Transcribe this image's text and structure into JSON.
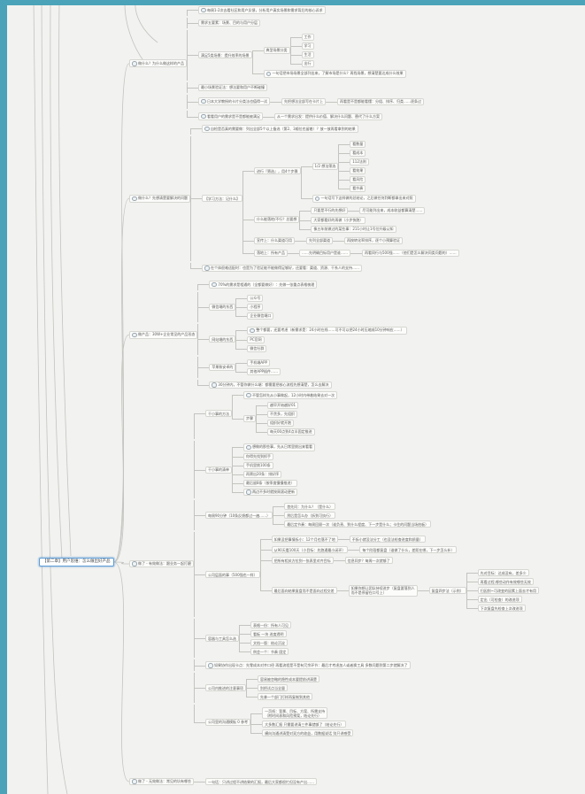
{
  "page": {
    "accent_bar_color": "#4aa3b8",
    "connector_color": "#c3c3c0",
    "selection_color": "#5b9bd5",
    "canvas_color": "#f2f2f0"
  },
  "root": {
    "label": "【第二章】用户思维：怎么做出好产品"
  },
  "branches": [
    {
      "t": "做什么？为什么做这样的产品",
      "icon": true,
      "kids": [
        {
          "t": "每周1-2次去看社区和用户反馈，分析用户真实场景和需求背后的核心诉求",
          "icon": true
        },
        {
          "t": "需求五要素：场景、目的与用户分层"
        },
        {
          "t": "满足5类场景：提升效率的场景",
          "kids": [
            {
              "t": "典型场景分类",
              "kids": [
                {
                  "t": "工作"
                },
                {
                  "t": "学习"
                },
                {
                  "t": "生活"
                },
                {
                  "t": "出行"
                }
              ]
            },
            {
              "t": "一句话把市场场景全部列出来，了解市场是什么？再找场景，想清楚要达成什么效果",
              "icon": true
            }
          ]
        },
        {
          "t": "最小场景验证法：想法要和用户不断碰撞"
        },
        {
          "t": "日本大学教授的卡片分类法也值得一试",
          "icon": true,
          "kids": [
            {
              "t": "先把想法全部写在卡片上",
              "kids": [
                {
                  "t": "再看是不是都能看懂：分组、排序、归类……逐条过"
                }
              ]
            }
          ]
        },
        {
          "t": "看看用户的需求是不是都能被满足",
          "icon": true,
          "kids": [
            {
              "t": "从一个需求出发：提供什么价值、解决什么问题、替代了什么方案"
            }
          ]
        }
      ]
    },
    {
      "t": "做什么？先想清楚要解决的问题",
      "icon": true,
      "kids": [
        {
          "t": "自检是否真的需要做：列出全部5个以上备选（第2、3顺位也留着）？放一放再看拿到的结果",
          "icon": true
        },
        {
          "t": "【学习方法：记什么】",
          "kids": [
            {
              "t": "进行『筛选』，用4个步骤",
              "kids": [
                {
                  "t": "1/2 想法筛选",
                  "kids": [
                    {
                      "t": "看数量"
                    },
                    {
                      "t": "看成本"
                    },
                    {
                      "t": "112法则"
                    },
                    {
                      "t": "看效果"
                    },
                    {
                      "t": "看风险"
                    },
                    {
                      "t": "看节奏"
                    }
                  ]
                },
                {
                  "t": "一句话写下这样做的总结论，之后做任何判断都拿出来对照",
                  "icon": true
                }
              ]
            },
            {
              "t": "什么能落地/不行？总要想",
              "kids": [
                {
                  "t": "只要是不行的先想好",
                  "kids": [
                    {
                      "t": "尽可能列出来，成本收益都算清楚……"
                    }
                  ]
                },
                {
                  "t": "大家都看好的再做（小步快跑）"
                },
                {
                  "t": "像五年前做过的某些事：211小时让1号位升级认知"
                }
              ]
            },
            {
              "t": "宣传上：什么渠道可用",
              "kids": [
                {
                  "t": "先列全部渠道",
                  "kids": [
                    {
                      "t": "再按转化率排序，逐个小预算验证"
                    }
                  ]
                }
              ]
            },
            {
              "t": "落地上：所有产品",
              "kids": [
                {
                  "t": "……先明确目标用户是谁……",
                  "kids": [
                    {
                      "t": "再看同行与500强……（他们是怎么解决同类问题的）……"
                    }
                  ]
                }
              ]
            }
          ]
        },
        {
          "t": "在个体很难适配时：也是为了验证能不能做得足够好，还要看：渠道、资源、干系人的支持……",
          "icon": true
        }
      ]
    },
    {
      "t": "做产品：30W+企业常见的产品形态",
      "icon": true,
      "kids": [
        {
          "t": "70%的需求是相通的（全都要做好）：先做一张重点表格梳理",
          "icon": true
        },
        {
          "t": "微信端的东西",
          "kids": [
            {
              "t": "公众号"
            },
            {
              "t": "小程序"
            },
            {
              "t": "企业微信端口"
            }
          ]
        },
        {
          "t": "网站端的东西",
          "kids": [
            {
              "t": "整个都要，还要考虑（新需求是：24小时在线……可不可以把24小时压缩成10分钟响应……）",
              "icon": true
            },
            {
              "t": "PC官网"
            },
            {
              "t": "微信社群"
            }
          ]
        },
        {
          "t": "苹果和安卓的",
          "kids": [
            {
              "t": "手机端APP"
            },
            {
              "t": "其他APP插件……"
            }
          ]
        },
        {
          "t": "30分钟内，不管你做什么端：都需要把核心流程先想清楚，怎么去解决",
          "icon": true
        }
      ]
    },
    {
      "t": "做了 - 有效做法：跟业务一起打磨",
      "icon": true,
      "kids": [
        {
          "t": "干小事的方法",
          "kids": [
            {
              "t": "不管怎样先从小事做起，12小时内带着结果去对一次",
              "icon": true
            },
            {
              "t": "步骤",
              "kids": [
                {
                  "t": "越早开始越好01"
                },
                {
                  "t": "不贪多，先组织"
                },
                {
                  "t": "组织好就开跑"
                },
                {
                  "t": "每天00点到4点半固定推进"
                }
              ]
            }
          ]
        },
        {
          "t": "干小事的清单",
          "kids": [
            {
              "t": "想做的那些事，先从日常里挑出来看看",
              "icon": true
            },
            {
              "t": "你得先找到抓手"
            },
            {
              "t": "手机里挑100条"
            },
            {
              "t": "再筛出20条：排好序"
            },
            {
              "t": "最后留8条（按季度慢慢推进）"
            },
            {
              "t": "两边不多时就按周滚动更新",
              "icon": true
            }
          ]
        },
        {
          "t": "每周90分钟（10条反馈都过一遍……）",
          "kids": [
            {
              "t": "首先问：为什么？（是什么）"
            },
            {
              "t": "然后是怎么办（拆到可执行）"
            },
            {
              "t": "最后定节奏：每周回顾一次（谁负责、到什么程度、下一步是什么；卡住的问题当场拍板）"
            }
          ]
        },
        {
          "t": "公司层面的事（500强也一样）",
          "kids": [
            {
              "t": "如果没把事情拆小：12个月也落不了地",
              "kids": [
                {
                  "t": "不拆小就没法分工（也没法检查进度和质量）"
                }
              ]
            },
            {
              "t": "从90天看100天（小目标：先跑通最小闭环）",
              "kids": [
                {
                  "t": "每个阶段都复盘（谁做了什么，差距在哪，下一步怎么补）"
                }
              ]
            },
            {
              "t": "把所有相关方拉到一张表里对齐目标",
              "kids": [
                {
                  "t": "信息同步？每周一次就够了"
                }
              ]
            },
            {
              "t": "最后面向结果复盘而不是面向过程交差",
              "kids": [
                {
                  "t": "如果你想让团队持续进步（复盘要落到人\n而不是停留在口号上）",
                  "kids": [
                    {
                      "t": "复盘四步法（示例）",
                      "kids": [
                        {
                          "t": "先对目标：达成没有，差多少"
                        },
                        {
                          "t": "再看过程,哪些动作有效哪些无效"
                        },
                        {
                          "t": "归因到~可改变的因素上面去才有用"
                        },
                        {
                          "t": "定出（可检查）的改进项"
                        },
                        {
                          "t": "下次复盘先检查上次改进项"
                        }
                      ]
                    }
                  ]
                }
              ]
            }
          ]
        },
        {
          "t": "容器与工具怎么选",
          "kids": [
            {
              "t": "表格一份：所有人可见"
            },
            {
              "t": "看板 一块 进度透明"
            },
            {
              "t": "文档一版：结论沉淀"
            },
            {
              "t": "例会一个：节奏 固定"
            }
          ]
        },
        {
          "t": "如果协作出现卡点：先零成本对齐口径 再看流程是不是有冗余环节：最后才考虑加人或者换工具 多数问题到第二步就解决了",
          "icon": true
        },
        {
          "t": "公司内推进的注意事项",
          "kids": [
            {
              "t": "容易被忽略的隐性成本要提前讲清楚"
            },
            {
              "t": "别把试点当全量"
            },
            {
              "t": "先拿一个部门打样再复制到其他"
            }
          ]
        },
        {
          "t": "公司里的沟通模板 0 参考",
          "kids": [
            {
              "t": "一页纸：背景、目标、方案、所需支持\n（附时间表和风险预案，结论先行）"
            },
            {
              "t": "大多数汇报 只需要讲清三件事就够了（结论先行）"
            },
            {
              "t": "横向沟通讲清楚对双方的收益，用数据说话 别只讲感受"
            }
          ]
        }
      ]
    },
    {
      "t": "做了 - 无效做法：常见的坑有哪些",
      "icon": true,
      "kids": [
        {
          "t": "一句话：只讲过程不讲结果的汇报，最后大家都很忙但没有产出……"
        }
      ]
    }
  ]
}
